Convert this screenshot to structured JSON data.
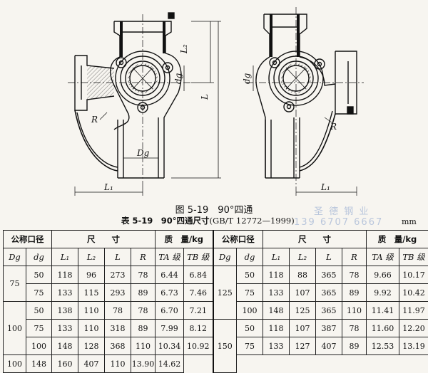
{
  "figure": {
    "caption": "图 5-19　90°四通",
    "labels": {
      "L2": "L₂",
      "L": "L",
      "dg_left": "dg",
      "dg_right": "dg",
      "R_left": "R",
      "R_right": "R",
      "Dg": "Dg",
      "L1_left": "L₁",
      "L1_right": "L₁"
    }
  },
  "table": {
    "title_bold": "表 5-19　90°四通尺寸",
    "title_rest": "(GB/T 12772—1999)",
    "unit": "mm",
    "watermark1": "圣 德 钢 业",
    "watermark2": "139 6707 6667",
    "headers": {
      "nominal": "公称口径",
      "size": "尺　　寸",
      "mass": "质　量/kg",
      "nominal2": "公称口径",
      "size2": "尺　　寸",
      "mass2": "质　量/kg"
    },
    "subheaders": [
      "Dg",
      "dg",
      "L₁",
      "L₂",
      "L",
      "R",
      "TA 级",
      "TB 级",
      "Dg",
      "dg",
      "L₁",
      "L₂",
      "L",
      "R",
      "TA 级",
      "TB 级"
    ],
    "left_groups": [
      {
        "Dg": "75",
        "rows": [
          [
            "50",
            "118",
            "96",
            "273",
            "78",
            "6.44",
            "6.84"
          ],
          [
            "75",
            "133",
            "115",
            "293",
            "89",
            "6.73",
            "7.46"
          ]
        ]
      },
      {
        "Dg": "100",
        "rows": [
          [
            "50",
            "138",
            "110",
            "78",
            "78",
            "6.70",
            "7.21"
          ],
          [
            "75",
            "133",
            "110",
            "318",
            "89",
            "7.99",
            "8.12"
          ],
          [
            "100",
            "148",
            "128",
            "368",
            "110",
            "10.34",
            "10.92"
          ]
        ]
      }
    ],
    "right_groups": [
      {
        "Dg": "125",
        "rows": [
          [
            "50",
            "118",
            "88",
            "365",
            "78",
            "9.66",
            "10.17"
          ],
          [
            "75",
            "133",
            "107",
            "365",
            "89",
            "9.92",
            "10.42"
          ],
          [
            "100",
            "148",
            "125",
            "365",
            "110",
            "11.41",
            "11.97"
          ]
        ]
      },
      {
        "Dg": "150",
        "rows": [
          [
            "50",
            "118",
            "107",
            "387",
            "78",
            "11.60",
            "12.20"
          ],
          [
            "75",
            "133",
            "127",
            "407",
            "89",
            "12.53",
            "13.19"
          ],
          [
            "100",
            "148",
            "160",
            "407",
            "110",
            "13.90",
            "14.62"
          ]
        ]
      }
    ]
  }
}
